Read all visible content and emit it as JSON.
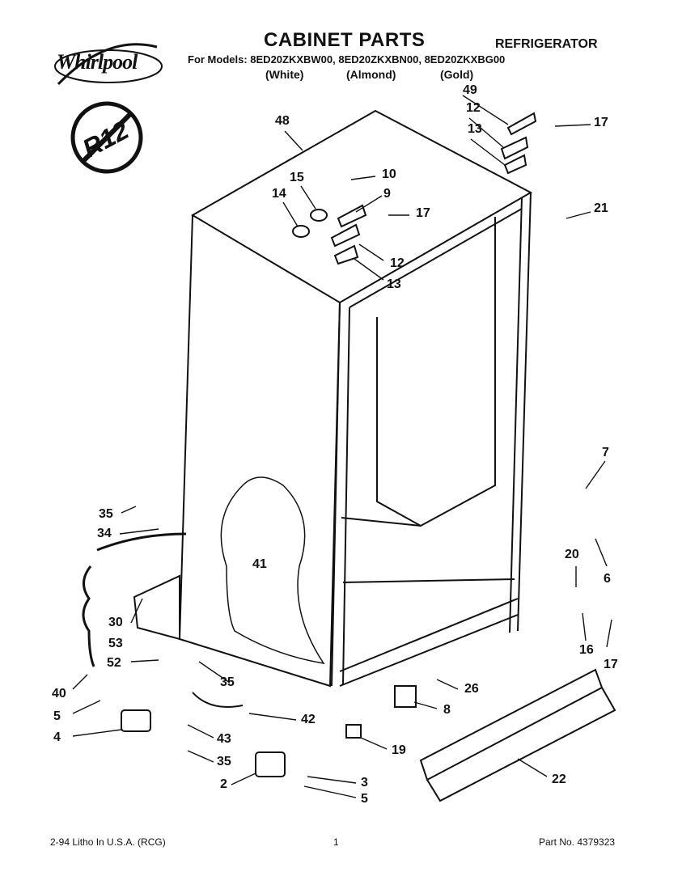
{
  "header": {
    "brand": "Whirlpool",
    "title": "CABINET PARTS",
    "category": "REFRIGERATOR",
    "models_line": "For Models: 8ED20ZKXBW00, 8ED20ZKXBN00, 8ED20ZKXBG00",
    "variants": [
      "(White)",
      "(Almond)",
      "(Gold)"
    ],
    "badge": "R12"
  },
  "callouts": [
    {
      "id": "c48",
      "label": "48"
    },
    {
      "id": "c49",
      "label": "49"
    },
    {
      "id": "c12a",
      "label": "12"
    },
    {
      "id": "c17a",
      "label": "17"
    },
    {
      "id": "c13a",
      "label": "13"
    },
    {
      "id": "c15",
      "label": "15"
    },
    {
      "id": "c10",
      "label": "10"
    },
    {
      "id": "c14",
      "label": "14"
    },
    {
      "id": "c9",
      "label": "9"
    },
    {
      "id": "c17b",
      "label": "17"
    },
    {
      "id": "c21",
      "label": "21"
    },
    {
      "id": "c12b",
      "label": "12"
    },
    {
      "id": "c13b",
      "label": "13"
    },
    {
      "id": "c7",
      "label": "7"
    },
    {
      "id": "c35a",
      "label": "35"
    },
    {
      "id": "c34",
      "label": "34"
    },
    {
      "id": "c41",
      "label": "41"
    },
    {
      "id": "c6",
      "label": "6"
    },
    {
      "id": "c20",
      "label": "20"
    },
    {
      "id": "c30",
      "label": "30"
    },
    {
      "id": "c53",
      "label": "53"
    },
    {
      "id": "c16",
      "label": "16"
    },
    {
      "id": "c17c",
      "label": "17"
    },
    {
      "id": "c52",
      "label": "52"
    },
    {
      "id": "c35b",
      "label": "35"
    },
    {
      "id": "c26",
      "label": "26"
    },
    {
      "id": "c40",
      "label": "40"
    },
    {
      "id": "c5a",
      "label": "5"
    },
    {
      "id": "c8",
      "label": "8"
    },
    {
      "id": "c42",
      "label": "42"
    },
    {
      "id": "c4",
      "label": "4"
    },
    {
      "id": "c43",
      "label": "43"
    },
    {
      "id": "c19",
      "label": "19"
    },
    {
      "id": "c35c",
      "label": "35"
    },
    {
      "id": "c22",
      "label": "22"
    },
    {
      "id": "c2",
      "label": "2"
    },
    {
      "id": "c3",
      "label": "3"
    },
    {
      "id": "c5b",
      "label": "5"
    }
  ],
  "footer": {
    "litho": "2-94 Litho In U.S.A. (RCG)",
    "page": "1",
    "part_no": "Part No. 4379323"
  }
}
